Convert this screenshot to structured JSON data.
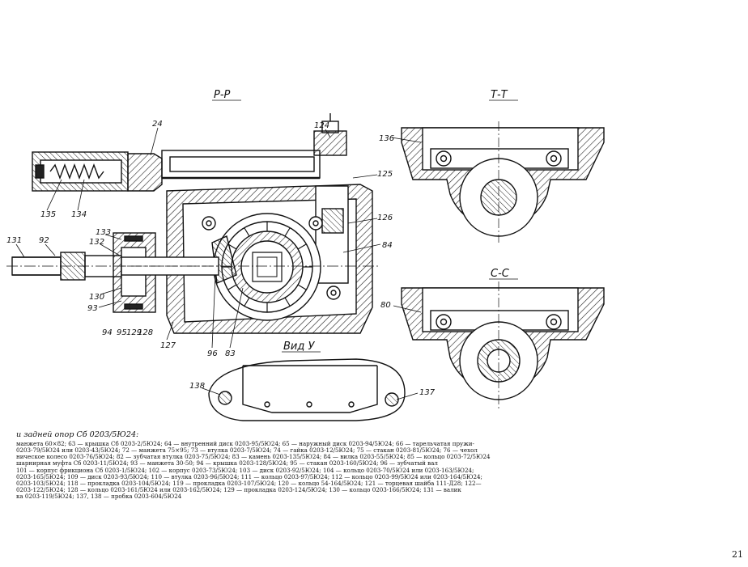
{
  "sections": {
    "pp": "Р-Р",
    "tt": "Т-Т",
    "cc": "С-С",
    "view": "Вид У"
  },
  "labels": {
    "l24": "24",
    "l124": "124",
    "l125": "125",
    "l126": "126",
    "l84": "84",
    "l135": "135",
    "l134": "134",
    "l131": "131",
    "l92": "92",
    "l133": "133",
    "l132": "132",
    "l130": "130",
    "l93": "93",
    "l94": "94",
    "l95": "95",
    "l129": "129",
    "l128": "128",
    "l127": "127",
    "l96": "96",
    "l83": "83",
    "l136": "136",
    "l80": "80",
    "l138": "138",
    "l137": "137"
  },
  "caption": "и задней опор Сб 0203/5Ю24:",
  "legend": [
    "манжета 60×82; 63 — крышка Сб 0203-2/5Ю24; 64 — внутренний диск 0203-95/5Ю24; 65 — наружный диск 0203-94/5Ю24; 66 — тарельчатая пружи-",
    "0203-79/5Ю24 или 0203-43/5Ю24; 72 — манжета 75×95; 73 — втулка 0203-7/5Ю24; 74 — гайка 0203-12/5Ю24; 75 — стакан 0203-81/5Ю24; 76 — чехол",
    "ническое колесо 0203-76/5Ю24; 82 — зубчатая втулка 0203-75/5Ю24; 83 — камень 0203-135/5Ю24; 84 — вилка 0203-55/5Ю24; 85 — кольцо 0203-72/5Ю24",
    "шарнирная муфта Сб 0203-11/5Ю24; 93 — манжета 30-50; 94 — крышка 0203-128/5Ю24; 95 — стакан 0203-160/5Ю24; 96 — зубчатый вал",
    "101 — корпус фрикциона Сб 0203-1/5Ю24; 102 — корпус 0203-73/5Ю24; 103 — диск 0203-92/5Ю24; 104 — кольцо 0203-70/5Ю24 или 0203-163/5Ю24;",
    "0203-165/5Ю24; 109 — диск 0203-93/5Ю24; 110 — втулка 0203-96/5Ю24; 111 — кольцо 0203-97/5Ю24; 112 — кольцо 0203-99/5Ю24 или 0203-164/5Ю24;",
    "0203-103/5Ю24; 118 — прокладка 0203-104/5Ю24; 119 — прокладка 0203-107/5Ю24; 120 — кольцо 54-164/5Ю24; 121 — торцевая шайба 111-Д28; 122—",
    "0203-122/5Ю24; 128 — кольцо 0203-161/5Ю24 или 0203-162/5Ю24; 129 — прокладка 0203-124/5Ю24; 130 — кольцо 0203-166/5Ю24; 131 — валик",
    "ка 0203-119/5Ю24; 137, 138 — пробка 0203-604/5Ю24"
  ],
  "page_number": "21"
}
